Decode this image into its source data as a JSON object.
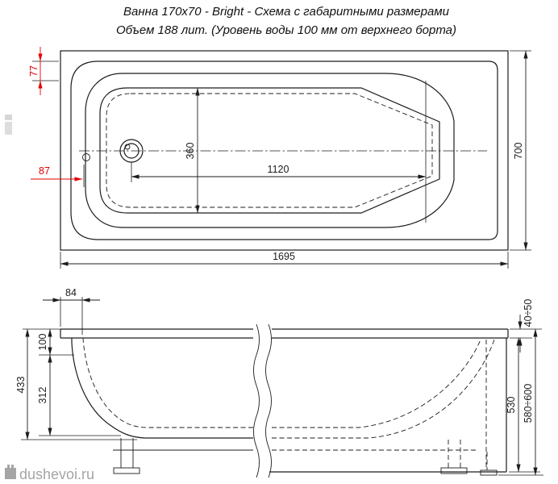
{
  "title": {
    "line1": "Ванна 170х70 - Bright - Схема с габаритными размерами",
    "line2": "Объем 188 лит. (Уровень воды 100 мм от верхнего борта)"
  },
  "top_view": {
    "dimensions": {
      "rim_width_left": "77",
      "drain_offset": "87",
      "bottom_length": "1120",
      "bottom_width": "360",
      "overall_length": "1695",
      "overall_width": "700"
    }
  },
  "side_view": {
    "dimensions": {
      "rim_edge_to_wall": "84",
      "rim_height": "40÷50",
      "water_level_offset": "100",
      "lower_depth": "312",
      "total_inner_depth": "433",
      "apron_height": "530",
      "overall_height": "580÷600"
    }
  },
  "watermark": {
    "text": "dushevoi.ru"
  },
  "colors": {
    "line": "#1c1c1c",
    "dimension_red": "#e60000",
    "watermark_gray": "#a5a5a5",
    "background": "#ffffff"
  }
}
